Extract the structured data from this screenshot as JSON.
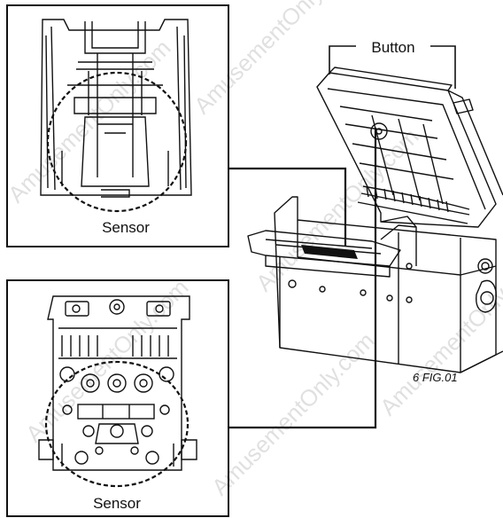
{
  "labels": {
    "button": "Button",
    "sensor_top": "Sensor",
    "sensor_bottom": "Sensor",
    "figure": "6 FIG.01"
  },
  "watermark": "AmusementOnly.com",
  "colors": {
    "line": "#111111",
    "background": "#ffffff",
    "watermark": "#c8c8c8"
  }
}
